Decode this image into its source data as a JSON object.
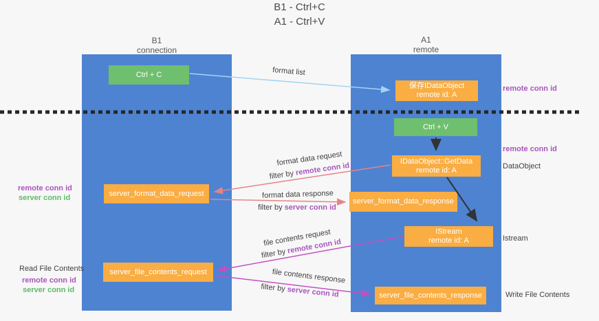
{
  "title": {
    "line1": "B1 - Ctrl+C",
    "line2": "A1 - Ctrl+V"
  },
  "lanes": {
    "left": {
      "title": "B1",
      "subtitle": "connection"
    },
    "right": {
      "title": "A1",
      "subtitle": "remote"
    }
  },
  "nodes": {
    "ctrl_c": {
      "label": "Ctrl + C"
    },
    "save_dataobject": {
      "line1": "保存IDataObject",
      "line2": "remote id: A"
    },
    "ctrl_v": {
      "label": "Ctrl + V"
    },
    "getdata": {
      "line1": "IDataObject::GetData",
      "line2": "remote id: A"
    },
    "server_format_data_request": {
      "label": "server_format_data_request"
    },
    "server_format_data_response": {
      "label": "server_format_data_response"
    },
    "istream": {
      "line1": "IStream",
      "line2": "remote id: A"
    },
    "server_file_contents_request": {
      "label": "server_file_contents_request"
    },
    "server_file_contents_response": {
      "label": "server_file_contents_response"
    }
  },
  "edges": {
    "format_list": {
      "label": "format list"
    },
    "format_data_request": {
      "label": "format data request",
      "filter_prefix": "filter by ",
      "filter_key": "remote conn id"
    },
    "format_data_response": {
      "label": "format data response",
      "filter_prefix": "filter by ",
      "filter_key": "server conn id"
    },
    "file_contents_request": {
      "label": "file contents request",
      "filter_prefix": "filter by ",
      "filter_key": "remote conn id"
    },
    "file_contents_response": {
      "label": "file contents response",
      "filter_prefix": "filter by ",
      "filter_key": "server conn id"
    }
  },
  "annotations": {
    "right_top_conn": "remote conn id",
    "right_mid_conn": "remote conn id",
    "dataobject": "DataObject",
    "istream": "Istream",
    "left_mid_remote": "remote conn id",
    "left_mid_server": "server conn id",
    "read_file": "Read File Contents",
    "left_bottom_remote": "remote conn id",
    "left_bottom_server": "server conn id",
    "write_file": "Write File Contents"
  },
  "colors": {
    "lane_blue": "#4e83d2",
    "node_green": "#6ebf6e",
    "node_orange": "#f9ad42",
    "purple_label": "#a856bc",
    "green_label": "#62b96a",
    "arrow_salmon": "#e88383",
    "arrow_magenta": "#c44fc0",
    "arrow_lightblue": "#a6d3f2",
    "arrow_black": "#333333",
    "dashed_line": "#262626"
  }
}
